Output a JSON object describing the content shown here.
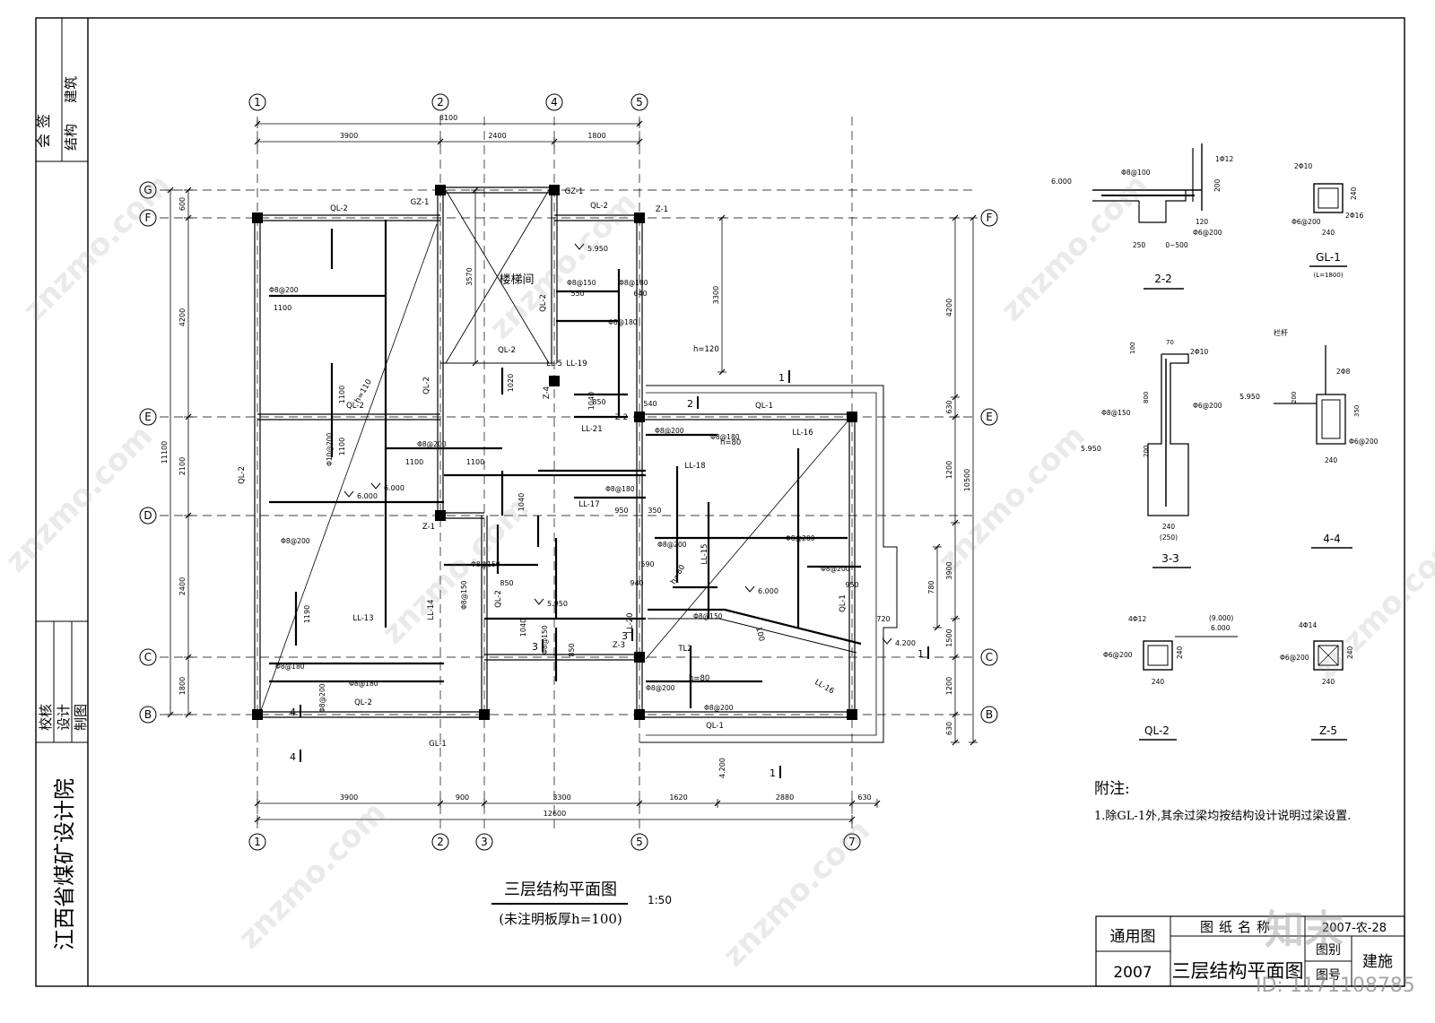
{
  "left_strip": {
    "countersign": [
      "会",
      "签"
    ],
    "disciplines": [
      "建筑",
      "结构"
    ],
    "approvals": [
      "校核",
      "设计",
      "制图"
    ],
    "institute": "江西省煤矿设计院"
  },
  "plan": {
    "title": "三层结构平面图",
    "scale": "1:50",
    "subtitle": "(未注明板厚h=100)",
    "top_axes": [
      "1",
      "2",
      "4",
      "5"
    ],
    "bottom_axes": [
      "1",
      "2",
      "3",
      "5",
      "7"
    ],
    "left_axes": [
      "G",
      "F",
      "E",
      "D",
      "C",
      "B"
    ],
    "right_axes": [
      "F",
      "E",
      "C",
      "B"
    ],
    "top_dims": {
      "total": "8100",
      "parts": [
        "3900",
        "2400",
        "1800"
      ]
    },
    "bottom_dims": {
      "total": "12600",
      "parts": [
        "3900",
        "900",
        "3300",
        "1620",
        "2880",
        "630"
      ]
    },
    "left_dims": {
      "total": "11100",
      "parts": [
        "600",
        "4200",
        "2100",
        "2400",
        "1800"
      ]
    },
    "right_dims": {
      "total": "10500",
      "parts": [
        "4200",
        "630",
        "1200",
        "3900",
        "1500",
        "1200",
        "630"
      ]
    },
    "right_extra": [
      "3300",
      "780"
    ],
    "stair_label": "楼梯间",
    "stair_dim": "3570",
    "beams": [
      "QL-2",
      "GZ-1",
      "GZ-1",
      "QL-2",
      "Z-1",
      "QL-2",
      "QL-2",
      "QL-2",
      "QL-2",
      "QL-2",
      "LL-5",
      "LL-19",
      "Z-4",
      "Z-2",
      "LL-21",
      "QL-1",
      "LL-16",
      "LL-18",
      "LL-17",
      "Z-1",
      "LL-14",
      "LL-13",
      "QL-2",
      "QL-2",
      "LL-15",
      "QL-1",
      "LL-20",
      "Z-3",
      "TL2",
      "LL-16",
      "QL-1",
      "GL-1"
    ],
    "rebar": [
      "Φ8@200",
      "Φ8@150",
      "Φ8@180",
      "Φ8@200",
      "Φ8@180",
      "Φ10@200",
      "Φ8@200",
      "Φ8@180",
      "Φ8@200",
      "Φ8@150",
      "Φ8@150",
      "Φ8@200",
      "Φ8@180",
      "Φ8@150",
      "Φ8@200",
      "Φ8@180",
      "Φ8@180",
      "Φ8@200",
      "Φ8@200",
      "Φ8@150",
      "Φ8@200",
      "Φ8@200"
    ],
    "lengths": [
      "1100",
      "550",
      "640",
      "1020",
      "1040",
      "850",
      "540",
      "1100",
      "1100",
      "1040",
      "950",
      "350",
      "1040",
      "590",
      "940",
      "850",
      "850",
      "1190",
      "950",
      "720",
      "1100",
      "1100"
    ],
    "levels": [
      "6.000",
      "5.950",
      "6.000",
      "5.950",
      "6.000",
      "4.200",
      "4.200"
    ],
    "thick": [
      "h=110",
      "h=120",
      "h=80",
      "h=80",
      "h=80",
      "100"
    ],
    "section_marks": [
      "1",
      "2",
      "3",
      "4",
      "1",
      "3",
      "4",
      "1"
    ]
  },
  "sections": {
    "s22": {
      "name": "2-2",
      "level": "6.000",
      "bar_top": "1Φ12",
      "stirrup": "Φ8@100",
      "dims": [
        "250",
        "0~500",
        "200",
        "120"
      ],
      "bottom": "Φ6@200"
    },
    "gl1": {
      "name": "GL-1",
      "note": "(L=1800)",
      "top": "2Φ10",
      "bottom": "2Φ16",
      "stirrup": "Φ6@200",
      "dims": [
        "240",
        "240"
      ]
    },
    "s33": {
      "name": "3-3",
      "dims": [
        "70",
        "100",
        "70",
        "100",
        "800",
        "200",
        "240",
        "(250)"
      ],
      "bar": "2Φ10",
      "stirrup1": "Φ8@150",
      "stirrup2": "Φ6@200",
      "level": "5.950"
    },
    "s44": {
      "name": "4-4",
      "rail": "栏杆",
      "level": "5.950",
      "bar": "2Φ8",
      "stirrup": "Φ6@200",
      "dims": [
        "200",
        "350",
        "240"
      ]
    },
    "ql2": {
      "name": "QL-2",
      "bar": "4Φ12",
      "stirrup": "Φ6@200",
      "dims": [
        "240",
        "240"
      ],
      "levels": [
        "(9.000)",
        "6.000"
      ]
    },
    "z5": {
      "name": "Z-5",
      "bar": "4Φ14",
      "stirrup": "Φ6@200",
      "dims": [
        "240",
        "240"
      ]
    }
  },
  "notes": {
    "title": "附注:",
    "line1": "1.除GL-1外,其余过梁均按结构设计说明过梁设置."
  },
  "title_block": {
    "general": "通用图",
    "year": "2007",
    "name_label": "图纸名称",
    "name": "三层结构平面图",
    "number": "2007-农-28",
    "category_label": "图别",
    "category": "建施",
    "number_label": "图号"
  },
  "watermarks": {
    "site": "znzmo.com",
    "brand": "知末",
    "id": "ID: 1171108785"
  }
}
